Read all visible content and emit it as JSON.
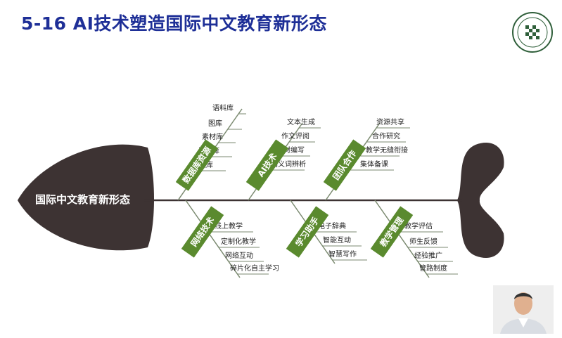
{
  "slide": {
    "title": "5-16 AI技术塑造国际中文教育新形态"
  },
  "fishbone": {
    "head": "国际中文教育新形态",
    "colors": {
      "body": "#3d3333",
      "branch": "#5a8a2e",
      "line": "#7b8a70"
    },
    "top_branches": [
      {
        "category": "数据库资源",
        "items": [
          "语料库",
          "图库",
          "素材库",
          "课件库",
          "视频库"
        ]
      },
      {
        "category": "AI技术",
        "items": [
          "文本生成",
          "作文评阅",
          "教材编写",
          "同义词辨析"
        ]
      },
      {
        "category": "团队合作",
        "items": [
          "资源共享",
          "合作研究",
          "教学无缝衔接",
          "集体备课"
        ]
      }
    ],
    "bottom_branches": [
      {
        "category": "网络技术",
        "items": [
          "线上教学",
          "定制化教学",
          "网络互动",
          "碎片化自主学习"
        ]
      },
      {
        "category": "学习助手",
        "items": [
          "电子辞典",
          "智能互动",
          "智慧写作"
        ]
      },
      {
        "category": "教学管理",
        "items": [
          "教学评估",
          "师生反馈",
          "经验推广",
          "管路制度"
        ]
      }
    ]
  }
}
